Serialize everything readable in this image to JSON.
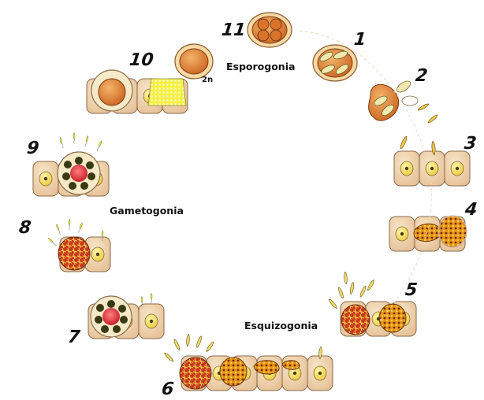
{
  "phases": {
    "sporogony": "Esporogonia",
    "gametogony": "Gametogonia",
    "schizogony": "Esquizogonia"
  },
  "ploidy_label": "2n",
  "stage_numbers": [
    "1",
    "2",
    "3",
    "4",
    "5",
    "6",
    "7",
    "8",
    "9",
    "10",
    "11"
  ],
  "colors": {
    "cell_fill": "#f2d6b0",
    "cell_outline": "#8a6a4a",
    "nucleus_fill": "#f7e16a",
    "oocyst_fill": "#d9742a",
    "merozoite_fill": "#f2d24a",
    "schizont_fill": "#e59a1f",
    "macrogamete_core": "#e03a3a",
    "macrogamete_granule": "#3a3a12",
    "microgamete_fill": "#f5f04a"
  }
}
